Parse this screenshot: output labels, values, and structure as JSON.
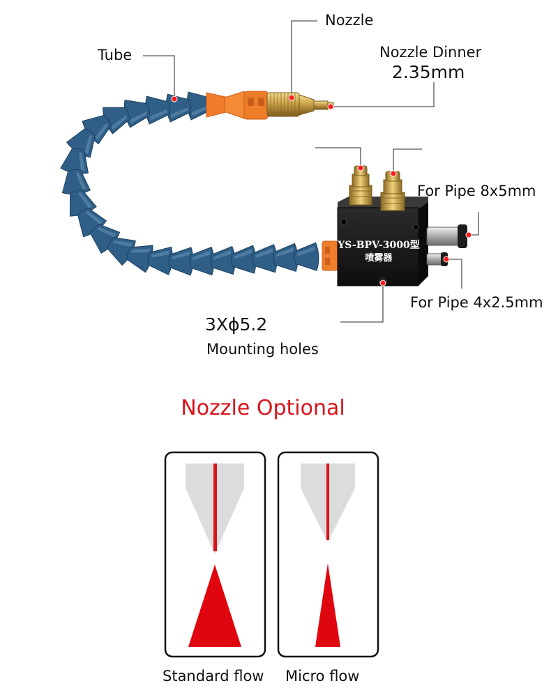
{
  "product": {
    "model_line1": "YS-BPV-3000型",
    "model_line2": "喷雾器"
  },
  "labels": {
    "tube": "Tube",
    "nozzle": "Nozzle",
    "nozzle_dinner": "Nozzle Dinner",
    "nozzle_dinner_value": "2.35mm",
    "pipe_8x5": "For Pipe 8x5mm",
    "pipe_4x25": "For Pipe 4x2.5mm",
    "holes_spec": "3Xϕ5.2",
    "holes_label": "Mounting holes"
  },
  "nozzle_options": {
    "title": "Nozzle Optional",
    "standard": "Standard flow",
    "micro": "Micro flow"
  },
  "colors": {
    "tube_blue": "#2f5f86",
    "orange": "#f07d2a",
    "brass": "#c9a24a",
    "block": "#1a1a1a",
    "accent_red": "#d9141b",
    "cone_gray": "#dcdcdc"
  }
}
